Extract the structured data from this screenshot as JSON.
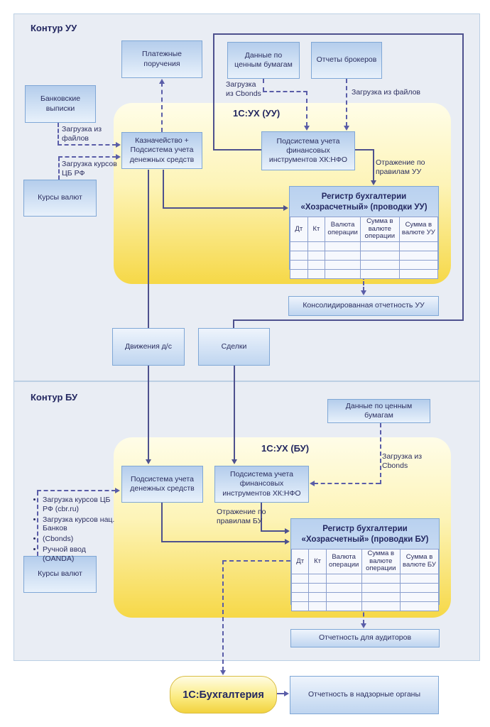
{
  "colors": {
    "contour_bg": "#e9edf4",
    "box_border": "#7fa7d6",
    "box_gradient_top": "#b4cdec",
    "box_gradient_bottom": "#e8f1fb",
    "yellow_top": "#fffde8",
    "yellow_bottom": "#f6d847",
    "solid_line": "#4e518e",
    "dashed_line": "#5a5da8",
    "text": "#2b2e5f"
  },
  "uu": {
    "title": "Контур УУ",
    "platform": "1С:УХ (УУ)",
    "payment_orders": "Платежные поручения",
    "bank_statements": "Банковские выписки",
    "securities_data": "Данные по ценным бумагам",
    "broker_reports": "Отчеты брокеров",
    "currency_rates": "Курсы валют",
    "treasury": "Казначейство + Подсистема учета денежных средств",
    "fin_instruments": "Подсистема учета финансовых инструментов ХК:НФО",
    "register_title_1": "Регистр бухгалтерии",
    "register_title_2": "«Хозрасчетный» (проводки УУ)",
    "register_columns": [
      "Дт",
      "Кт",
      "Валюта операции",
      "Сумма в валюте операции",
      "Сумма в валюте УУ"
    ],
    "consolidated_report": "Консолидированная отчетность УУ",
    "labels": {
      "load_from_files_left": "Загрузка из файлов",
      "load_cbr_rates": "Загрузка курсов ЦБ РФ",
      "load_from_cbonds": "Загрузка из Cbonds",
      "load_from_files_right": "Загрузка из файлов",
      "reflect_rules": "Отражение по правилам УУ"
    }
  },
  "middle": {
    "cash_movements": "Движения д/с",
    "deals": "Сделки"
  },
  "bu": {
    "title": "Контур БУ",
    "platform": "1С:УХ (БУ)",
    "securities_data": "Данные по ценным бумагам",
    "cash_subsystem": "Подсистема учета денежных средств",
    "fin_instruments": "Подсистема учета финансовых инструментов ХК:НФО",
    "register_title_1": "Регистр бухгалтерии",
    "register_title_2": "«Хозрасчетный» (проводки БУ)",
    "register_columns": [
      "Дт",
      "Кт",
      "Валюта операции",
      "Сумма в валюте операции",
      "Сумма в валюте БУ"
    ],
    "auditors_report": "Отчетность для аудиторов",
    "currency_rates": "Курсы валют",
    "rate_sources": [
      "Загрузка курсов ЦБ РФ (cbr.ru)",
      "Загрузка курсов нац. Банков",
      "(Cbonds)",
      "Ручной ввод (OANDA)"
    ],
    "labels": {
      "load_from_cbonds": "Загрузка из Cbonds",
      "reflect_rules": "Отражение по правилам БУ"
    }
  },
  "footer": {
    "accounting": "1С:Бухгалтерия",
    "regulatory_report": "Отчетность в надзорные органы"
  }
}
